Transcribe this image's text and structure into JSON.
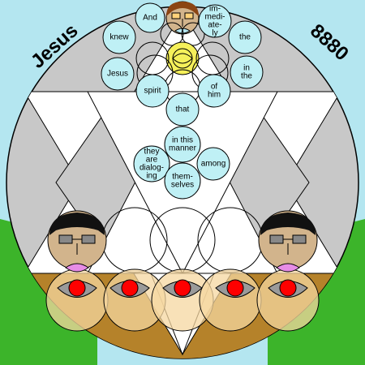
{
  "corners": {
    "left": "Jesus",
    "right": "8880"
  },
  "bubbles": [
    {
      "id": "and",
      "lines": [
        "And"
      ]
    },
    {
      "id": "immediately",
      "lines": [
        "im-",
        "medi-",
        "ate-",
        "ly"
      ]
    },
    {
      "id": "knew",
      "lines": [
        "knew"
      ]
    },
    {
      "id": "the1",
      "lines": [
        "the"
      ]
    },
    {
      "id": "jesus",
      "lines": [
        "Jesus"
      ]
    },
    {
      "id": "inthe",
      "lines": [
        "in",
        "the"
      ]
    },
    {
      "id": "spirit",
      "lines": [
        "spirit"
      ]
    },
    {
      "id": "ofhim",
      "lines": [
        "of",
        "him"
      ]
    },
    {
      "id": "that",
      "lines": [
        "that"
      ]
    },
    {
      "id": "inthismanner",
      "lines": [
        "in this",
        "manner"
      ]
    },
    {
      "id": "theyaredialoging",
      "lines": [
        "they",
        "are",
        "dialog-",
        "ing"
      ]
    },
    {
      "id": "among",
      "lines": [
        "among"
      ]
    },
    {
      "id": "themselves",
      "lines": [
        "them-",
        "selves"
      ]
    }
  ],
  "colors": {
    "sky": "#b4e6f0",
    "grass": "#3cb42a",
    "ground": "#b5822a",
    "star_gray": "#c8c8c8",
    "bubble": "#bff0f5",
    "heart": "#ff0000",
    "halo": "#f5f05a"
  }
}
